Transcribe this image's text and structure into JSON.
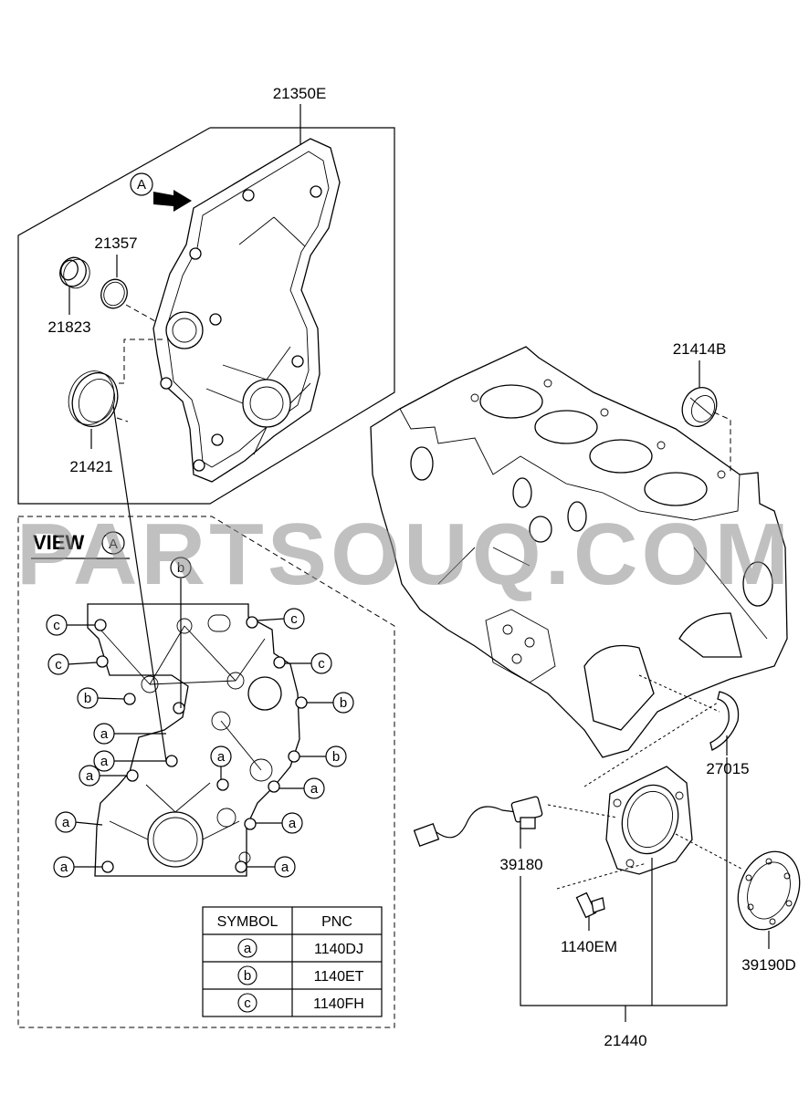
{
  "part_labels": {
    "p21350E": "21350E",
    "p21357": "21357",
    "p21823": "21823",
    "p21421": "21421",
    "p21414B": "21414B",
    "p27015": "27015",
    "p39180": "39180",
    "p1140EM": "1140EM",
    "p39190D": "39190D",
    "p21440": "21440"
  },
  "view_marker": "A",
  "view_title": "VIEW",
  "symbol_letters": {
    "a": "a",
    "b": "b",
    "c": "c"
  },
  "symbol_table": {
    "headers": [
      "SYMBOL",
      "PNC"
    ],
    "rows": [
      {
        "symbol": "a",
        "pnc": "1140DJ"
      },
      {
        "symbol": "b",
        "pnc": "1140ET"
      },
      {
        "symbol": "c",
        "pnc": "1140FH"
      }
    ]
  },
  "watermark": "PARTSOUQ.COM"
}
